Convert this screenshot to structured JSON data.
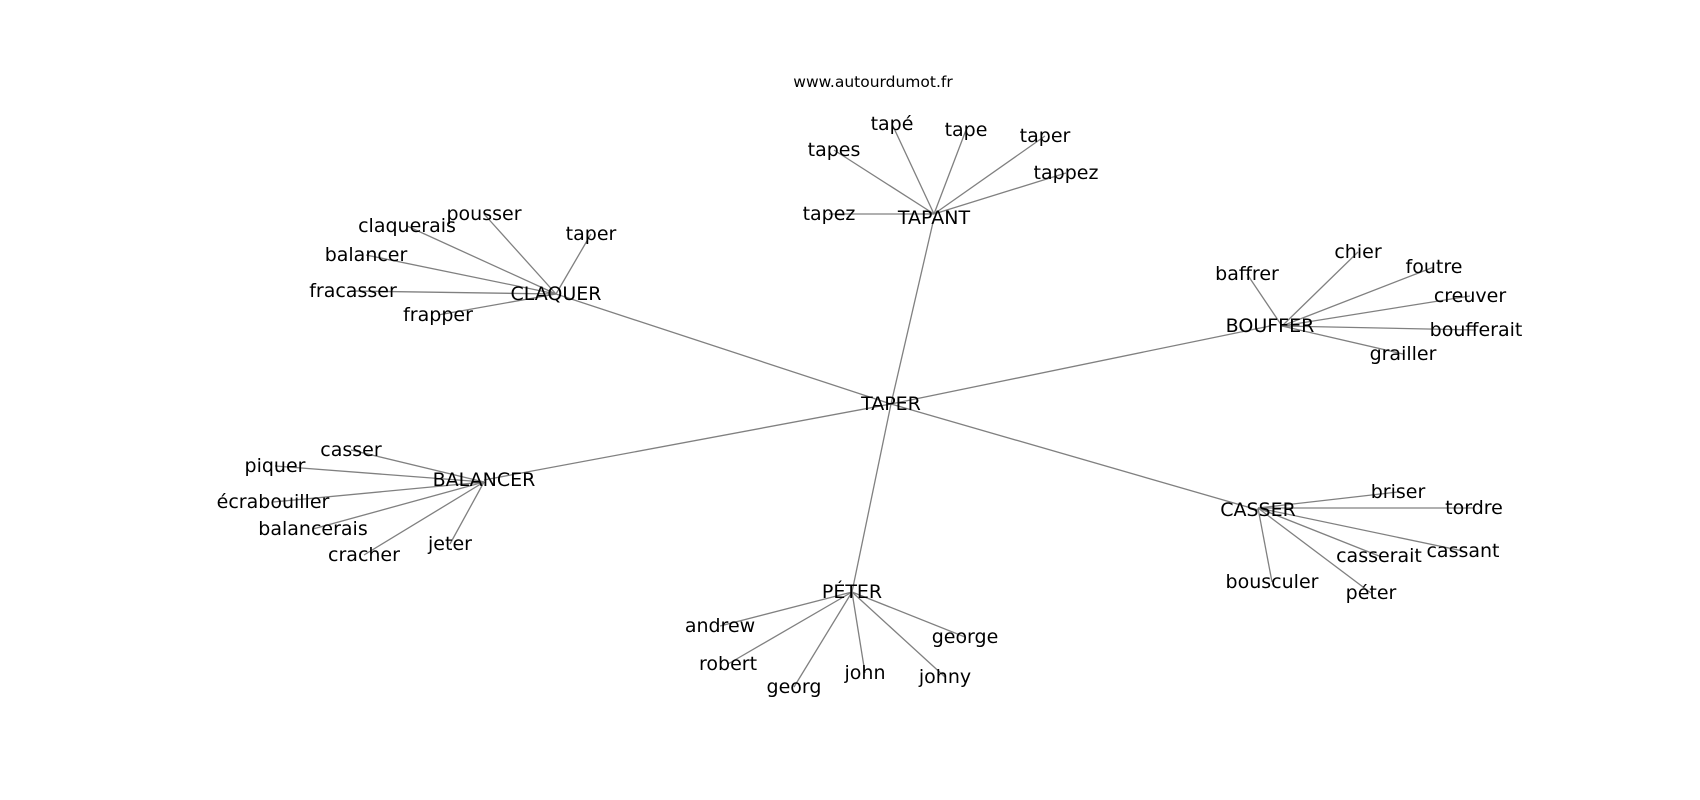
{
  "credit": "www.autourdumot.fr",
  "colors": {
    "edge": "#808080",
    "label": "#000000",
    "background": "#ffffff"
  },
  "graph": {
    "center": "TAPER",
    "hubs": [
      {
        "label": "TAPANT",
        "leaves": [
          "tapes",
          "tapé",
          "tape",
          "taper",
          "tappez",
          "tapez"
        ]
      },
      {
        "label": "CLAQUER",
        "leaves": [
          "pousser",
          "claquerais",
          "taper",
          "balancer",
          "fracasser",
          "frapper"
        ]
      },
      {
        "label": "BOUFFER",
        "leaves": [
          "baffrer",
          "chier",
          "foutre",
          "creuver",
          "boufferait",
          "grailler"
        ]
      },
      {
        "label": "BALANCER",
        "leaves": [
          "casser",
          "piquer",
          "écrabouiller",
          "balancerais",
          "cracher",
          "jeter"
        ]
      },
      {
        "label": "CASSER",
        "leaves": [
          "briser",
          "tordre",
          "casserait",
          "cassant",
          "bousculer",
          "péter"
        ]
      },
      {
        "label": "PÉTER",
        "leaves": [
          "andrew",
          "george",
          "robert",
          "georg",
          "john",
          "johny"
        ]
      }
    ]
  }
}
